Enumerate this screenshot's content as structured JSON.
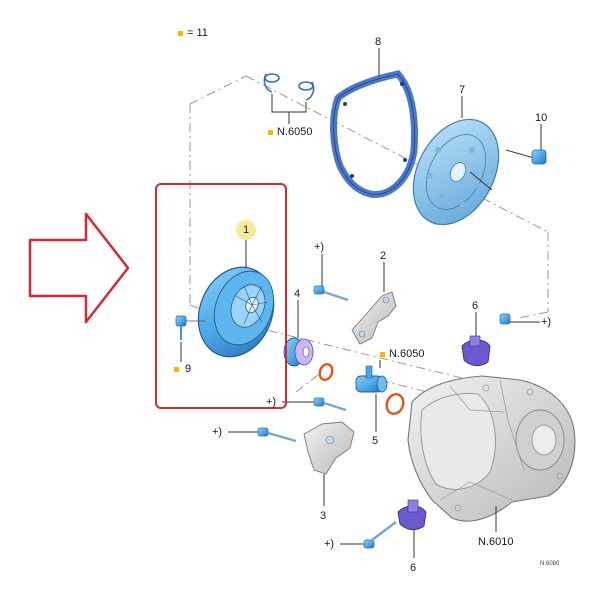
{
  "legend": {
    "marker": "■",
    "text": "= 11"
  },
  "callouts": {
    "p1": "1",
    "p2": "2",
    "p3": "3",
    "p4": "4",
    "p5": "5",
    "p6a": "6",
    "p6b": "6",
    "p7": "7",
    "p8": "8",
    "p9": "9",
    "p10": "10"
  },
  "bolt_marks": {
    "m": "+)"
  },
  "references": {
    "n6050_top": "N.6050",
    "n6050_mid": "N.6050",
    "n6010": "N.6010",
    "corner_code": "N.6080"
  },
  "colors": {
    "part_blue": "#4aa7e6",
    "part_blue_dark": "#2b6fb0",
    "gasket": "#4b78c8",
    "seal": "#e4521c",
    "gearbox": "#d8d8d8",
    "highlight": "#d42a36",
    "arrow": "#d42a36",
    "dot": "#f5b800"
  },
  "icons": {
    "pointer": "outline-right-arrow-icon",
    "legend_marker": "yellow-square-icon"
  }
}
